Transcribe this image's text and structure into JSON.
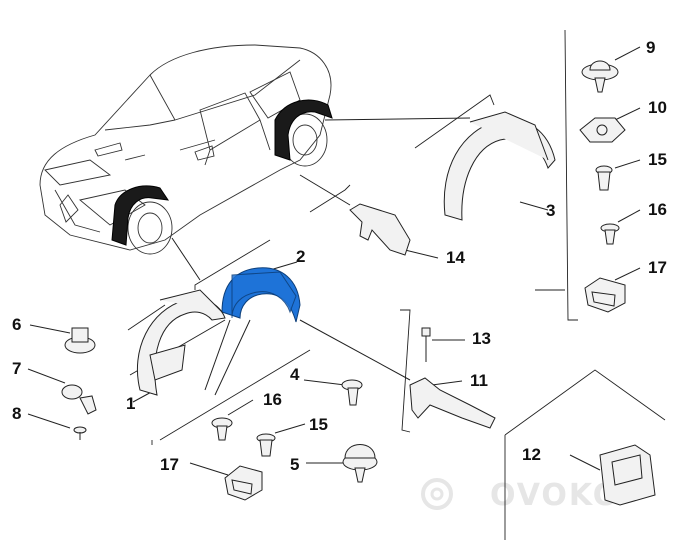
{
  "callouts": [
    {
      "id": "1",
      "label": "1"
    },
    {
      "id": "2",
      "label": "2"
    },
    {
      "id": "3",
      "label": "3"
    },
    {
      "id": "4",
      "label": "4"
    },
    {
      "id": "5",
      "label": "5"
    },
    {
      "id": "6",
      "label": "6"
    },
    {
      "id": "7",
      "label": "7"
    },
    {
      "id": "8",
      "label": "8"
    },
    {
      "id": "9",
      "label": "9"
    },
    {
      "id": "10",
      "label": "10"
    },
    {
      "id": "11",
      "label": "11"
    },
    {
      "id": "12",
      "label": "12"
    },
    {
      "id": "13",
      "label": "13"
    },
    {
      "id": "14",
      "label": "14"
    },
    {
      "id": "15a",
      "label": "15"
    },
    {
      "id": "15b",
      "label": "15"
    },
    {
      "id": "16a",
      "label": "16"
    },
    {
      "id": "16b",
      "label": "16"
    },
    {
      "id": "17a",
      "label": "17"
    },
    {
      "id": "17b",
      "label": "17"
    }
  ],
  "watermark": "OVOKO",
  "colors": {
    "highlight": "#1e73d8",
    "line": "#222222",
    "background": "#ffffff"
  }
}
